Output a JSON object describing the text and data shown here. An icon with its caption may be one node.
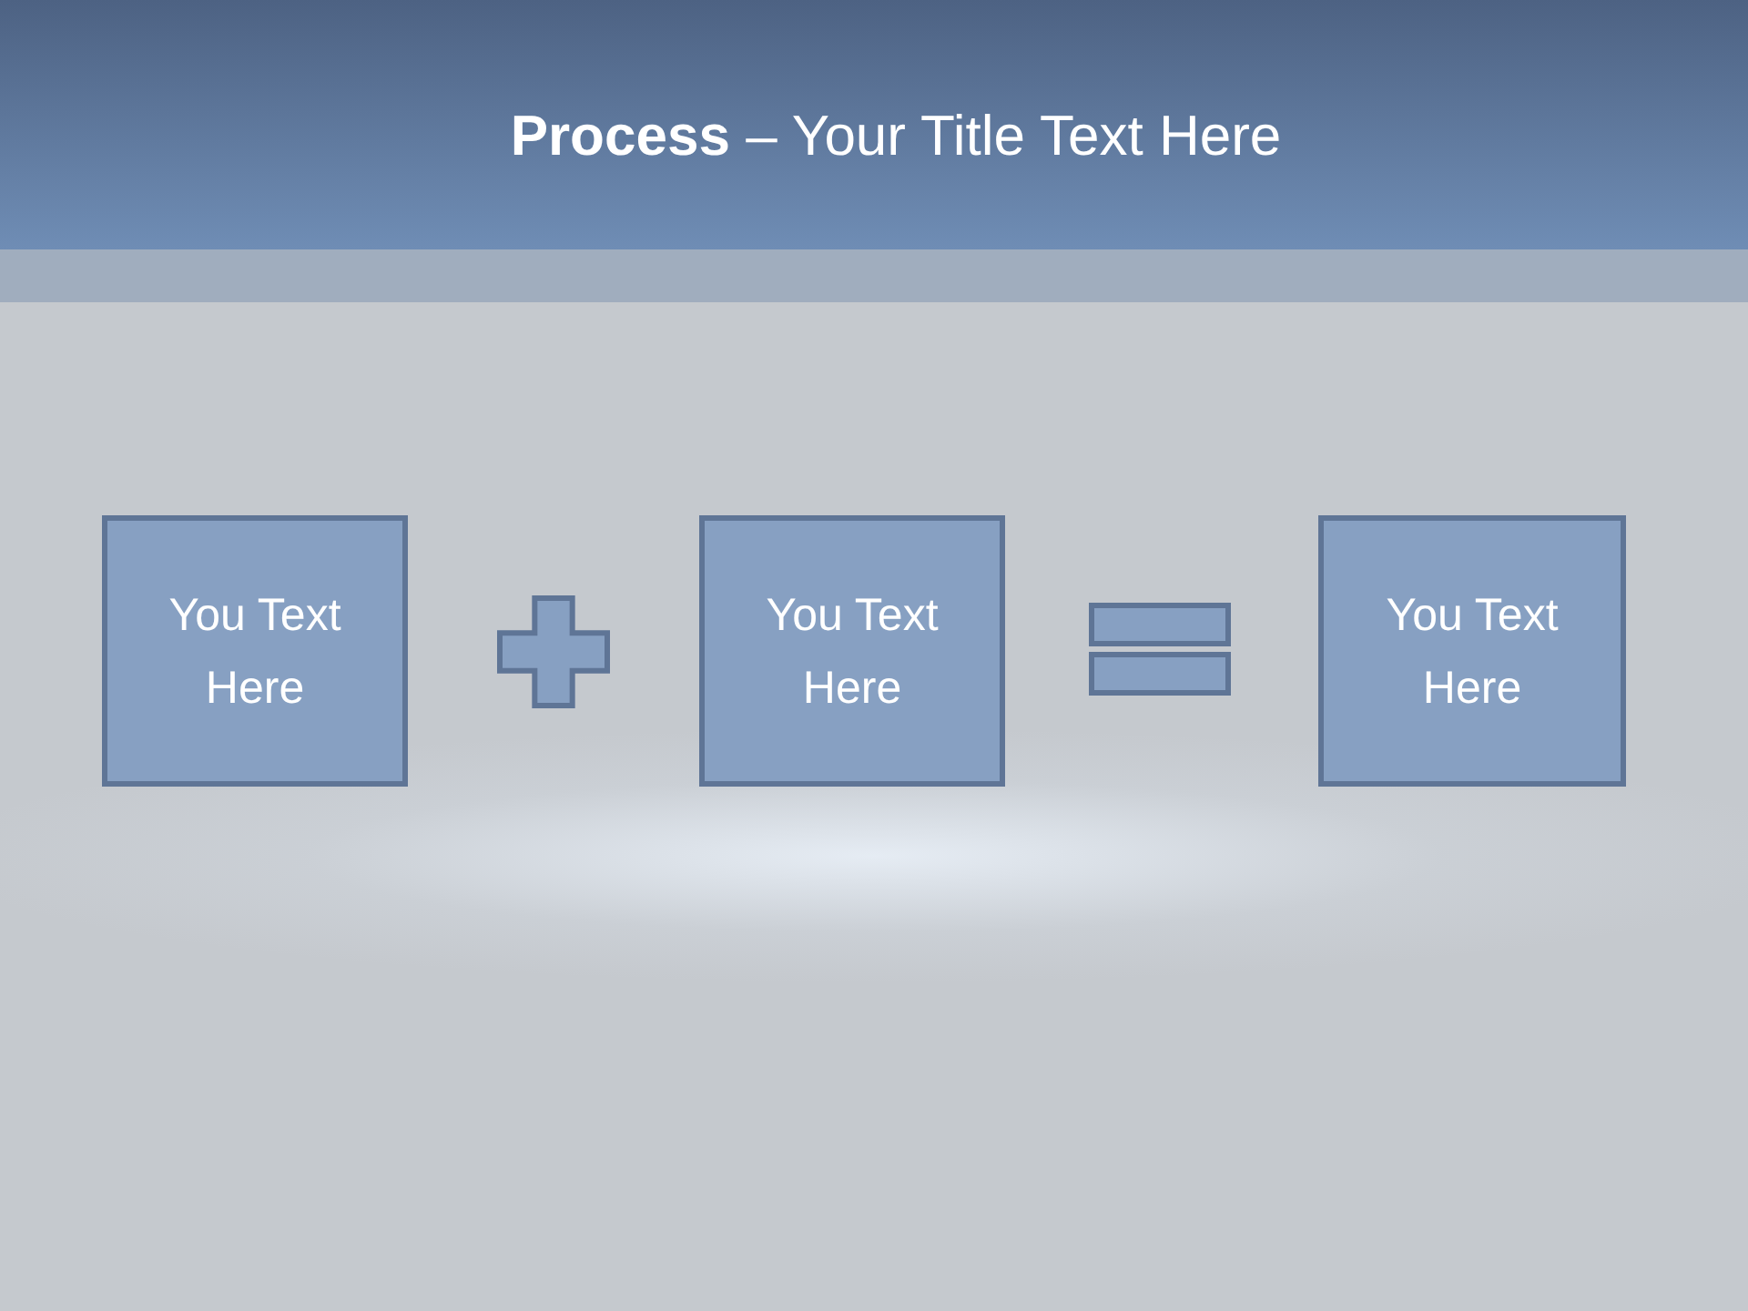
{
  "diagram": {
    "title": "**Process** – Your Title Text Here",
    "nodes": [
      {
        "text": [
          "You Text Here"
        ]
      },
      {
        "text": [],
        "shape": "plus"
      },
      {
        "text": [
          "You Text Here"
        ]
      },
      {
        "text": [],
        "shape": "equals"
      },
      {
        "text": [
          "You Text Here"
        ]
      }
    ]
  }
}
